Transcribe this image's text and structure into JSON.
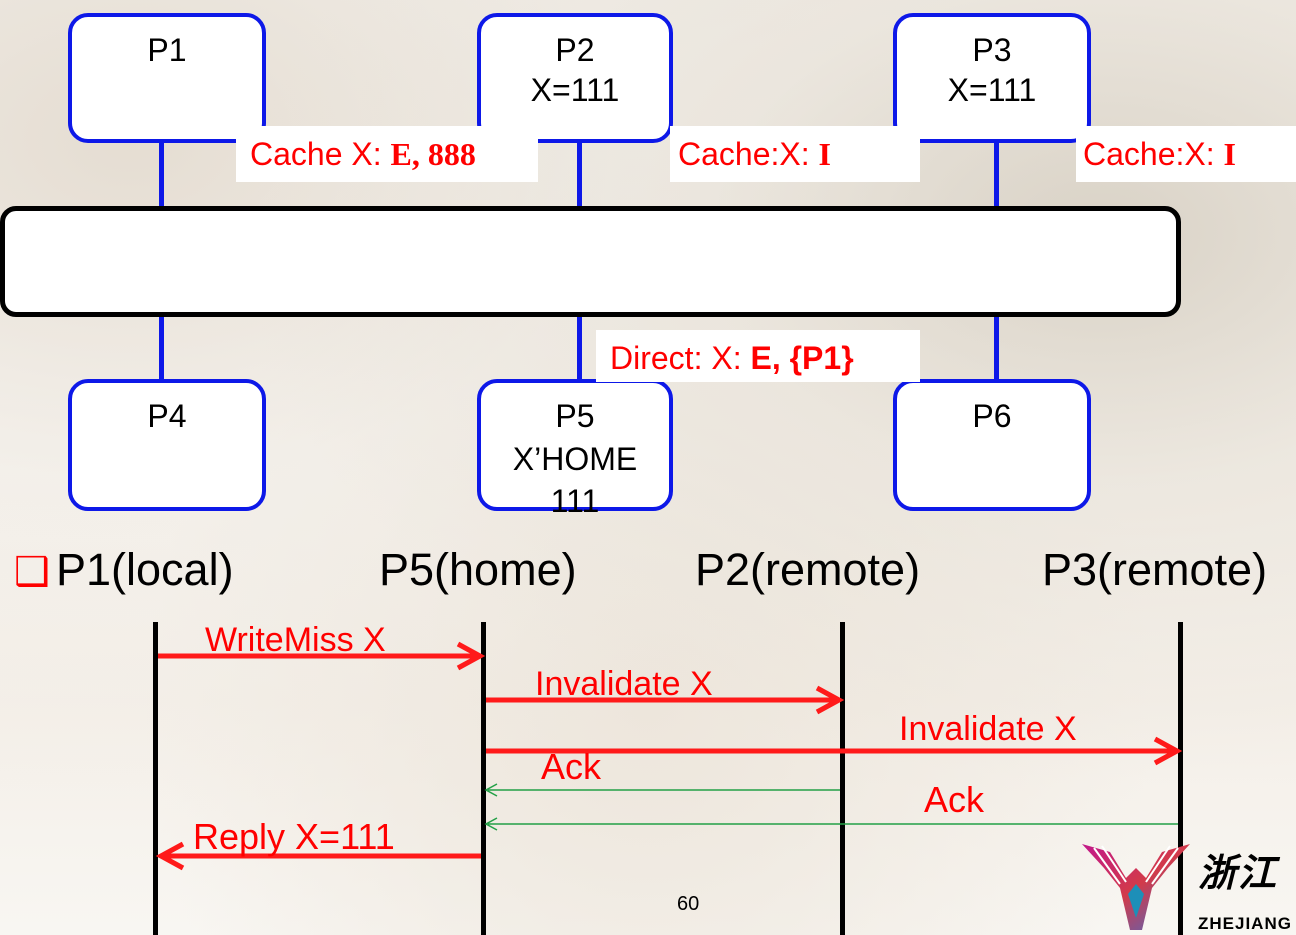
{
  "nodes": {
    "p1": {
      "name": "P1",
      "line2": "",
      "line3": ""
    },
    "p2": {
      "name": "P2",
      "line2": "X=111",
      "line3": ""
    },
    "p3": {
      "name": "P3",
      "line2": "X=111",
      "line3": ""
    },
    "p4": {
      "name": "P4",
      "line2": "",
      "line3": ""
    },
    "p5": {
      "name": "P5",
      "line2": "X’HOME",
      "line3": "111"
    },
    "p6": {
      "name": "P6",
      "line2": "",
      "line3": ""
    }
  },
  "cache_labels": {
    "p1": {
      "prefix": "Cache X: ",
      "state": "E,  888"
    },
    "p2": {
      "prefix": "Cache:X:  ",
      "state": "I"
    },
    "p3": {
      "prefix": "Cache:X:  ",
      "state": "I"
    }
  },
  "directory_label": {
    "prefix": "Direct: X: ",
    "state": "E, {P1}"
  },
  "sequence": {
    "bullet": "❑",
    "headers": [
      "P1(local)",
      "P5(home)",
      "P2(remote)",
      "P3(remote)"
    ],
    "messages": [
      {
        "label": "WriteMiss X",
        "from": "P1(local)",
        "to": "P5(home)"
      },
      {
        "label": "Invalidate  X",
        "from": "P5(home)",
        "to": "P2(remote)"
      },
      {
        "label": "Invalidate  X",
        "from": "P5(home)",
        "to": "P3(remote)"
      },
      {
        "label": "Ack",
        "from": "P2(remote)",
        "to": "P5(home)"
      },
      {
        "label": "Ack",
        "from": "P3(remote)",
        "to": "P5(home)"
      },
      {
        "label": "Reply X=111",
        "from": "P5(home)",
        "to": "P1(local)"
      }
    ]
  },
  "page_number": "60",
  "logo": {
    "text": "ZHEJIANG",
    "chinese": "浙江"
  },
  "colors": {
    "node_border": "#0d18e8",
    "label_red": "#ff0000",
    "ack_green": "#22a046",
    "bus_border": "#000000"
  }
}
